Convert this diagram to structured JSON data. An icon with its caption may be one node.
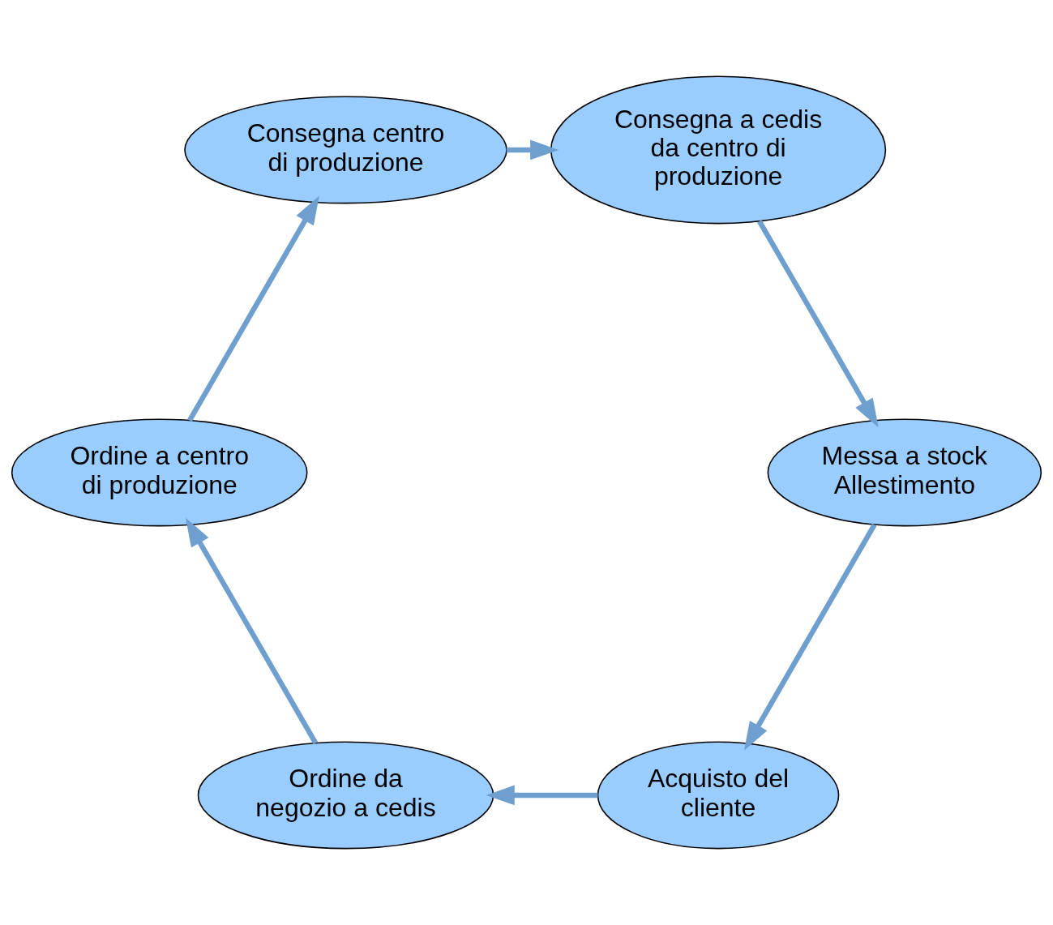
{
  "diagram": {
    "nodes": [
      {
        "text": [
          "Acquisto del cliente"
        ]
      },
      {
        "text": [
          "Ordine da negozio a cedis"
        ]
      },
      {
        "text": [
          "Ordine a centro di produzione"
        ]
      },
      {
        "text": [
          "Consegna centro di produzione"
        ]
      },
      {
        "text": [
          "Consegna a cedis da centro di produzione"
        ]
      },
      {
        "text": [
          "Messa a stock Allestimento"
        ]
      }
    ],
    "edges": [
      {
        "from": 0,
        "to": 1,
        "arrow": "to"
      },
      {
        "from": 1,
        "to": 2,
        "arrow": "to"
      },
      {
        "from": 2,
        "to": 3,
        "arrow": "to"
      },
      {
        "from": 3,
        "to": 4,
        "arrow": "to"
      },
      {
        "from": 4,
        "to": 5,
        "arrow": "to"
      },
      {
        "from": 5,
        "to": 0,
        "arrow": "to"
      }
    ]
  }
}
